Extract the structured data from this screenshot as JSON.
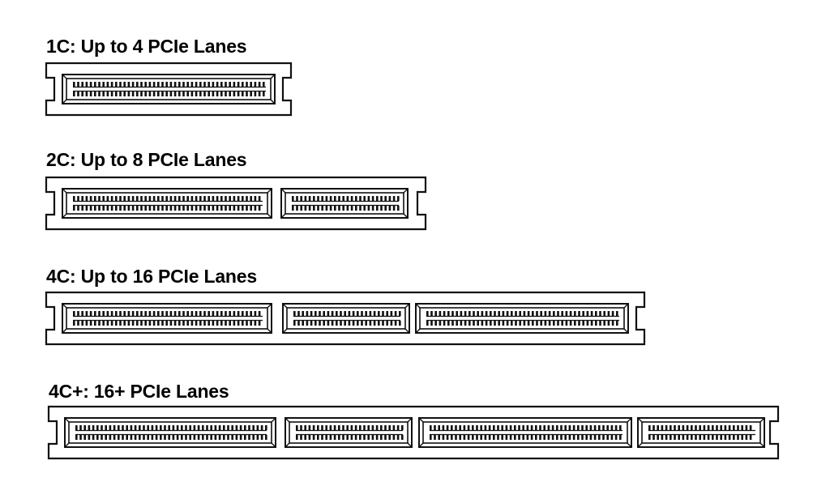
{
  "colors": {
    "ink": "#111111",
    "background": "#ffffff"
  },
  "diagram": {
    "rows": [
      {
        "id": "1c",
        "title": "1C: Up to 4 PCIe Lanes",
        "segments": [
          "wide"
        ]
      },
      {
        "id": "2c",
        "title": "2C: Up to 8 PCIe Lanes",
        "segments": [
          "wide",
          "narrow"
        ]
      },
      {
        "id": "4c",
        "title": "4C: Up to 16 PCIe Lanes",
        "segments": [
          "wide",
          "narrow",
          "wide"
        ]
      },
      {
        "id": "4cplus",
        "title": "4C+: 16+ PCIe Lanes",
        "segments": [
          "wide",
          "narrow",
          "wide",
          "narrow"
        ]
      }
    ]
  }
}
